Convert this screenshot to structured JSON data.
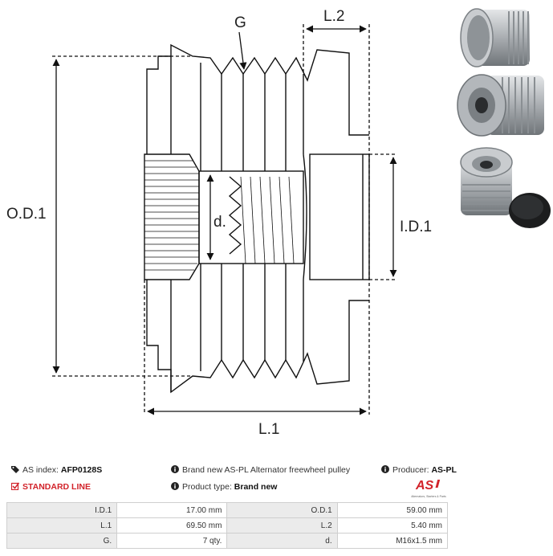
{
  "drawing": {
    "labels": {
      "g": "G",
      "l2": "L.2",
      "od1": "O.D.1",
      "id1": "I.D.1",
      "d": "d.",
      "l1": "L.1"
    }
  },
  "info": {
    "as_index_label": "AS index:",
    "as_index_value": "AFP0128S",
    "line": "STANDARD LINE",
    "description": "Brand new AS-PL Alternator freewheel pulley",
    "product_type_label": "Product type:",
    "product_type_value": "Brand new",
    "producer_label": "Producer:",
    "producer_value": "AS-PL"
  },
  "brand": {
    "logo_text": "AS",
    "tagline": "Alternators, Starters & Parts"
  },
  "specs": [
    {
      "label1": "I.D.1",
      "value1": "17.00 mm",
      "label2": "O.D.1",
      "value2": "59.00 mm"
    },
    {
      "label1": "L.1",
      "value1": "69.50 mm",
      "label2": "L.2",
      "value2": "5.40 mm"
    },
    {
      "label1": "G.",
      "value1": "7 qty.",
      "label2": "d.",
      "value2": "M16x1.5 mm"
    }
  ],
  "colors": {
    "brand_red": "#d2232a",
    "line": "#111111",
    "table_label_bg": "#ebebeb",
    "table_border": "#cfcfcf"
  },
  "icons": [
    "tag-icon",
    "checkbox-icon",
    "info-icon",
    "info-icon"
  ]
}
